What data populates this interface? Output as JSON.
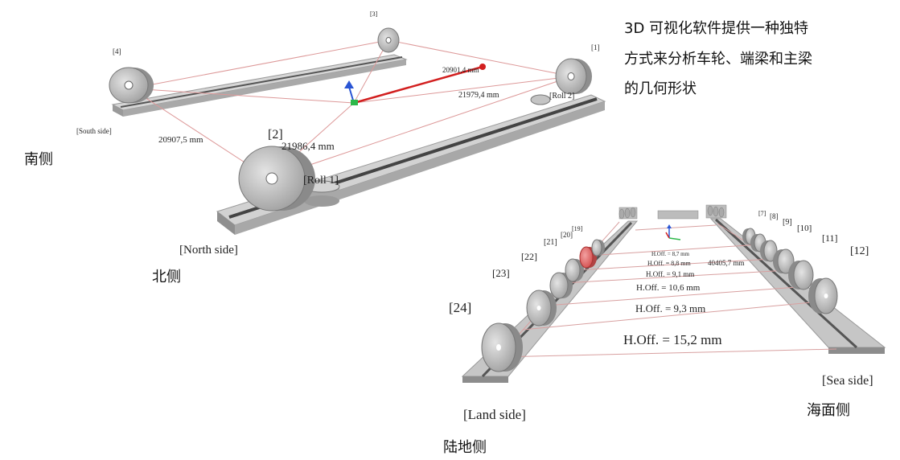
{
  "caption": {
    "line1": "3D 可视化软件提供一种独特",
    "line2": "方式来分析车轮、端梁和主梁",
    "line3": "的几何形状"
  },
  "top_view": {
    "wheels": [
      "[1]",
      "[2]",
      "[3]",
      "[4]"
    ],
    "rolls": [
      "[Roll 1]",
      "[Roll 2]"
    ],
    "sides": {
      "south": "[South side]",
      "north": "[North side]"
    },
    "distances": [
      "20901,4 mm",
      "21979,4 mm",
      "20907,5 mm",
      "21986,4 mm"
    ],
    "cn_south": "南侧",
    "cn_north": "北侧"
  },
  "bottom_view": {
    "right_wheels": [
      "[7]",
      "[8]",
      "[9]",
      "[10]",
      "[11]",
      "[12]"
    ],
    "left_wheels": [
      "[19]",
      "[20]",
      "[21]",
      "[22]",
      "[23]",
      "[24]"
    ],
    "offsets": [
      "H.Off. = 8,7 mm",
      "H.Off. = 8,8 mm",
      "40405,7 mm",
      "H.Off. = 9,1 mm",
      "H.Off. = 10,6 mm",
      "H.Off. = 9,3 mm",
      "H.Off. = 15,2 mm"
    ],
    "sides": {
      "land": "[Land side]",
      "sea": "[Sea side]"
    },
    "cn_land": "陆地侧",
    "cn_sea": "海面侧"
  },
  "colors": {
    "rail": "#c9c9c9",
    "rail_dark": "#8a8a8a",
    "wheel": "#b7b7b7",
    "highlight": "#e25b5b",
    "line": "#d98080",
    "measure": "#d21f1f"
  }
}
